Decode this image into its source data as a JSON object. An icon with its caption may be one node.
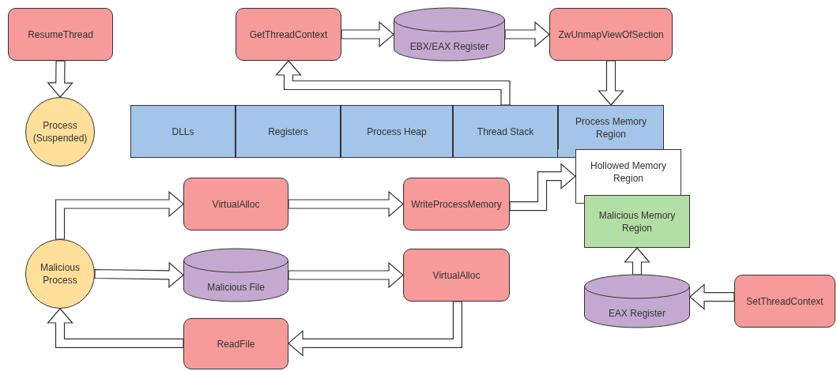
{
  "diagram": {
    "nodes": [
      {
        "text": [
          "ResumeThread"
        ]
      },
      {
        "text": [
          "GetThreadContext"
        ]
      },
      {
        "text": [
          "EBX/EAX Register"
        ]
      },
      {
        "text": [
          "ZwUnmapViewOfSection"
        ]
      },
      {
        "text": [
          "Process (Suspended)"
        ]
      },
      {
        "text": [
          "DLLs"
        ]
      },
      {
        "text": [
          "Registers"
        ]
      },
      {
        "text": [
          "Process Heap"
        ]
      },
      {
        "text": [
          "Thread Stack"
        ]
      },
      {
        "text": [
          "Process Memory Region"
        ]
      },
      {
        "text": [
          "Hollowed Memory Region"
        ]
      },
      {
        "text": [
          "VirtualAlloc"
        ]
      },
      {
        "text": [
          "WriteProcessMemory"
        ]
      },
      {
        "text": [
          "Malicious Memory Region"
        ]
      },
      {
        "text": [
          "Malicious Process"
        ]
      },
      {
        "text": [
          "Malicious File"
        ]
      },
      {
        "text": [
          "VirtualAlloc"
        ]
      },
      {
        "text": [
          "EAX Register"
        ]
      },
      {
        "text": [
          "SetThreadContext"
        ]
      },
      {
        "text": [
          "ReadFile"
        ]
      }
    ],
    "edges": [
      {
        "from": 0,
        "to": 4,
        "arrow": "to"
      },
      {
        "from": 1,
        "to": 2,
        "arrow": "to"
      },
      {
        "from": 2,
        "to": 3,
        "arrow": "to"
      },
      {
        "from": 3,
        "to": 9,
        "arrow": "to"
      },
      {
        "from": 8,
        "to": 1,
        "arrow": "to"
      },
      {
        "from": 14,
        "to": 11,
        "arrow": "to"
      },
      {
        "from": 11,
        "to": 12,
        "arrow": "to"
      },
      {
        "from": 12,
        "to": 10,
        "arrow": "to"
      },
      {
        "from": 14,
        "to": 15,
        "arrow": "to"
      },
      {
        "from": 15,
        "to": 16,
        "arrow": "to"
      },
      {
        "from": 16,
        "to": 19,
        "arrow": "to"
      },
      {
        "from": 19,
        "to": 14,
        "arrow": "to"
      },
      {
        "from": 17,
        "to": 13,
        "arrow": "to"
      },
      {
        "from": 18,
        "to": 17,
        "arrow": "to"
      }
    ]
  }
}
